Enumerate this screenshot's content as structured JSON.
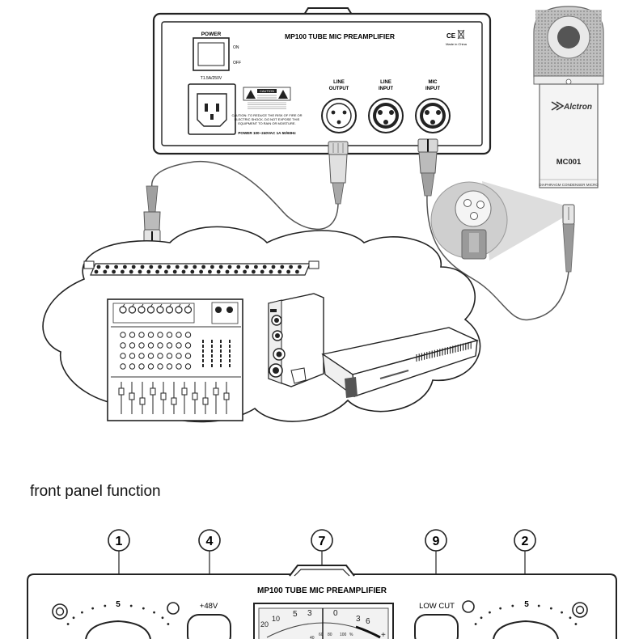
{
  "rear_panel": {
    "title": "MP100 TUBE MIC PREAMPLIFIER",
    "power_label": "POWER",
    "on_label": "ON",
    "off_label": "OFF",
    "fuse_label": "T1.5A/250V",
    "ce_mark": "CE",
    "made_in": "Made in China",
    "caution_label": "CAUTION",
    "caution_lines": [
      "CAUTION: TO REDUCE THE RISK OF FIRE OR",
      "ELECTRIC SHOCK. DO NOT EXPOSE THIS",
      "EQUIPMENT TO RAIN OR MOISTURE."
    ],
    "power_spec": "POWER 100~240VAC 1A 50/60Hz",
    "line_output_label": [
      "LINE",
      "OUTPUT"
    ],
    "line_input_label": [
      "LINE",
      "INPUT"
    ],
    "mic_input_label": [
      "MIC",
      "INPUT"
    ]
  },
  "microphone": {
    "brand": "Alctron",
    "model": "MC001",
    "description": "DIAPHRAGM CONDENSER MICRO"
  },
  "front_panel": {
    "heading": "front panel function",
    "title": "MP100 TUBE MIC PREAMPLIFIER",
    "callouts": [
      "1",
      "4",
      "7",
      "9",
      "2"
    ],
    "phantom_label": "+48V",
    "lowcut_label": "LOW CUT",
    "knob_mark": "5",
    "meter_scale": [
      "20",
      "10",
      "5",
      "3",
      "0",
      "3",
      "6"
    ],
    "meter_percent": [
      "40",
      "60",
      "80",
      "100",
      "%"
    ],
    "meter_plus": "+"
  }
}
